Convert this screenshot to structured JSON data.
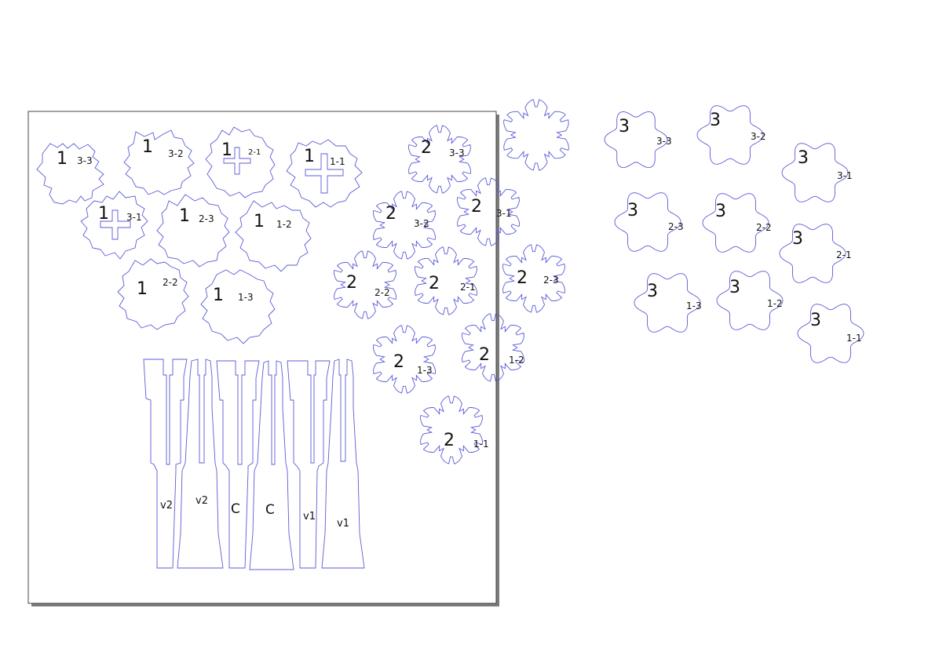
{
  "sheet": {
    "shadow_color": "#7a7a7a",
    "border_color": "#444444",
    "piece_color": "#5b5bd8"
  },
  "snowflakes": [
    {
      "big": "1",
      "small": "3-3"
    },
    {
      "big": "1",
      "small": "3-2"
    },
    {
      "big": "1",
      "small": "2-1"
    },
    {
      "big": "1",
      "small": "1-1"
    },
    {
      "big": "1",
      "small": "3-1"
    },
    {
      "big": "1",
      "small": "2-3"
    },
    {
      "big": "1",
      "small": "1-2"
    },
    {
      "big": "1",
      "small": "2-2"
    },
    {
      "big": "1",
      "small": "1-3"
    }
  ],
  "gears": [
    {
      "big": "2",
      "small": "3-3"
    },
    {
      "big": "2",
      "small": "3-2"
    },
    {
      "big": "2",
      "small": "3-1"
    },
    {
      "big": "2",
      "small": "2-2"
    },
    {
      "big": "2",
      "small": "2-1"
    },
    {
      "big": "2",
      "small": "2-3"
    },
    {
      "big": "2",
      "small": "1-3"
    },
    {
      "big": "2",
      "small": "1-2"
    },
    {
      "big": "2",
      "small": "1-1"
    }
  ],
  "flowers": [
    {
      "big": "3",
      "small": "3-3"
    },
    {
      "big": "3",
      "small": "3-2"
    },
    {
      "big": "3",
      "small": "3-1"
    },
    {
      "big": "3",
      "small": "2-3"
    },
    {
      "big": "3",
      "small": "2-2"
    },
    {
      "big": "3",
      "small": "2-1"
    },
    {
      "big": "3",
      "small": "1-3"
    },
    {
      "big": "3",
      "small": "1-2"
    },
    {
      "big": "3",
      "small": "1-1"
    }
  ],
  "struts": [
    {
      "label": "v2"
    },
    {
      "label": "v2"
    },
    {
      "label": "C"
    },
    {
      "label": "C"
    },
    {
      "label": "v1"
    },
    {
      "label": "v1"
    }
  ]
}
